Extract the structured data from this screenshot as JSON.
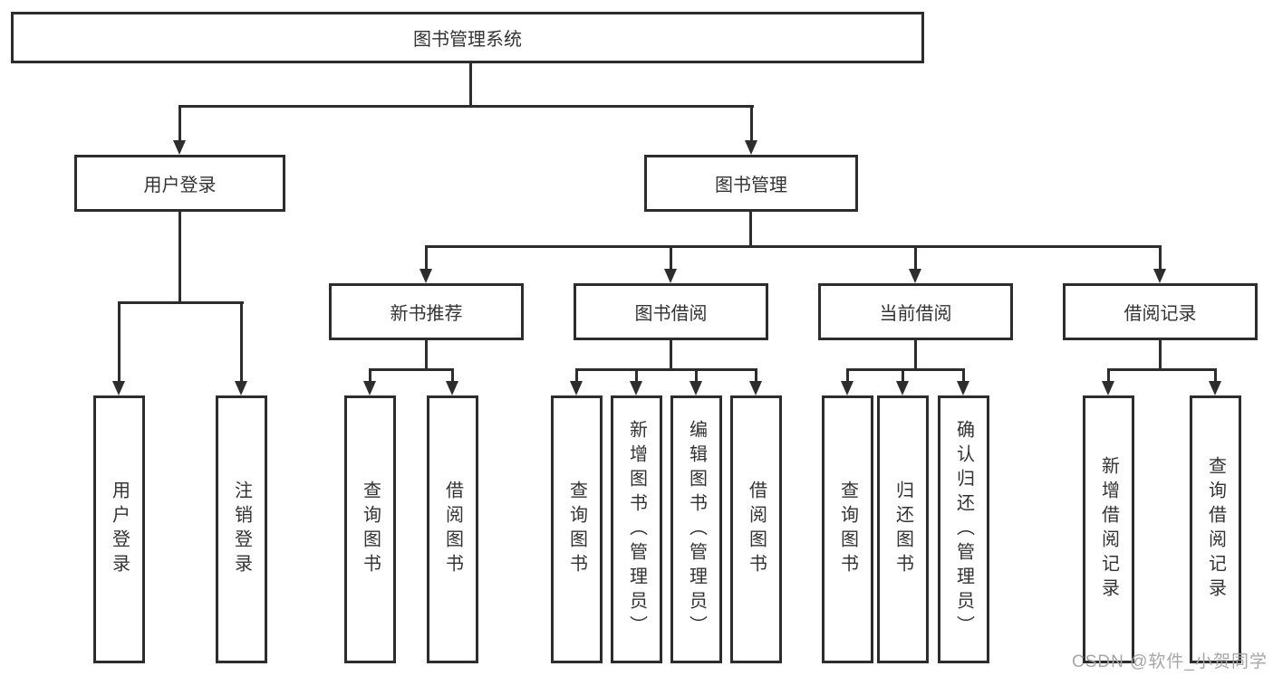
{
  "diagram": {
    "root": {
      "label": "图书管理系统"
    },
    "level2": [
      {
        "id": "login",
        "label": "用户登录"
      },
      {
        "id": "mgmt",
        "label": "图书管理"
      }
    ],
    "level3": [
      {
        "id": "new",
        "label": "新书推荐"
      },
      {
        "id": "borrow",
        "label": "图书借阅"
      },
      {
        "id": "current",
        "label": "当前借阅"
      },
      {
        "id": "records",
        "label": "借阅记录"
      }
    ],
    "leaves": {
      "user_login": [
        "用户登录",
        "注销登录"
      ],
      "new_books": [
        "查询图书",
        "借阅图书"
      ],
      "book_borrow": [
        "查询图书",
        "新增图书（管理员）",
        "编辑图书（管理员）",
        "借阅图书"
      ],
      "current_borrow": [
        "查询图书",
        "归还图书",
        "确认归还（管理员）"
      ],
      "borrow_records": [
        "新增借阅记录",
        "查询借阅记录"
      ]
    },
    "colors": {
      "line": "#2d2d2d",
      "box_border": "#2d2d2d",
      "box_fill": "#ffffff",
      "text": "#333333",
      "watermark": "#a6a6a6"
    },
    "watermark": "CSDN @软件_小贺同学"
  }
}
